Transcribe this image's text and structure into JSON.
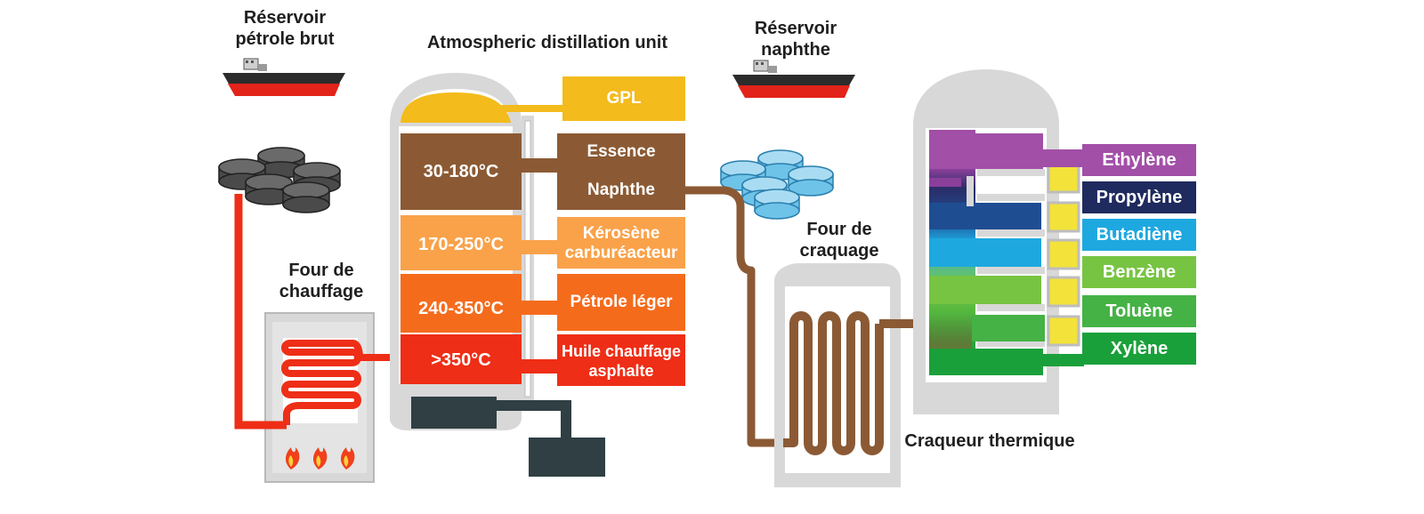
{
  "labels": {
    "reservoir_crude": [
      "Réservoir",
      "pétrole brut"
    ],
    "distillation_title": "Atmospheric distillation unit",
    "reservoir_naphtha": [
      "Réservoir",
      "naphthe"
    ],
    "heating_furnace": [
      "Four de",
      "chauffage"
    ],
    "cracking_furnace": [
      "Four de",
      "craquage"
    ],
    "thermal_cracker": "Craqueur thermique"
  },
  "distillation": {
    "temperatures": [
      "30-180°C",
      "170-250°C",
      "240-350°C",
      ">350°C"
    ],
    "products": {
      "gpl": "GPL",
      "essence": "Essence",
      "naphthe": "Naphthe",
      "kerosene": [
        "Kérosène",
        "carburéacteur"
      ],
      "petrole_leger": "Pétrole léger",
      "huile": [
        "Huile chauffage",
        "asphalte"
      ]
    }
  },
  "cracker_products": [
    {
      "label": "Ethylène",
      "color": "#a24fa7"
    },
    {
      "label": "Propylène",
      "color": "#1f2a5e"
    },
    {
      "label": "Butadiène",
      "color": "#1ea8e0"
    },
    {
      "label": "Benzène",
      "color": "#77c442"
    },
    {
      "label": "Toluène",
      "color": "#45b245"
    },
    {
      "label": "Xylène",
      "color": "#1aa03a"
    }
  ],
  "colors": {
    "gpl": "#f3bb1c",
    "brown": "#8b5a34",
    "light_orange": "#f9a24a",
    "orange": "#f56b1c",
    "red": "#ee2e16",
    "vessel": "#d8d8d8",
    "pipe_red": "#ee2e16",
    "pipe_brown": "#8b5a34",
    "dark": "#2f3f44"
  },
  "icons": [
    "tanker-ship-icon",
    "crude-tanks-icon",
    "naphtha-tanks-icon",
    "flame-icon"
  ]
}
